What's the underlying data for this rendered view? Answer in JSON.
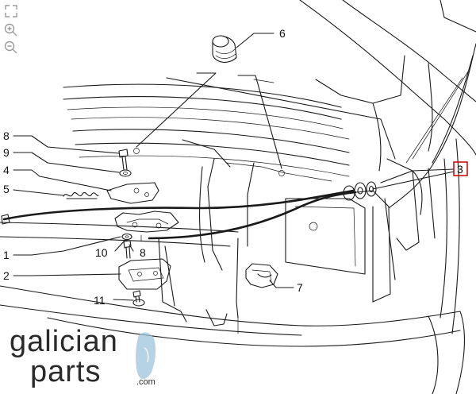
{
  "toolbar": {
    "icons": [
      "fullscreen-icon",
      "zoom-in-icon",
      "zoom-out-icon"
    ]
  },
  "callouts": {
    "c1": "1",
    "c2": "2",
    "c3": "3",
    "c4": "4",
    "c5": "5",
    "c6": "6",
    "c7": "7",
    "c8a": "8",
    "c8b": "8",
    "c9": "9",
    "c10": "10",
    "c11": "11"
  },
  "logo": {
    "line1": "galician",
    "line2": "parts",
    "suffix": ".com"
  },
  "colors": {
    "line": "#1a1a1a",
    "highlight": "#cc0000",
    "logo_text": "#2a2a2a",
    "logo_accent": "#9ec4de",
    "toolbar_icon": "#9a9a9a"
  }
}
